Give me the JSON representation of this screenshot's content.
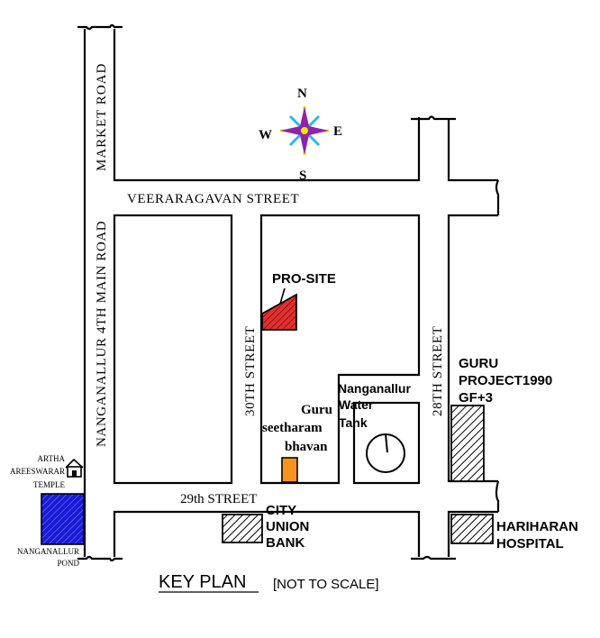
{
  "compass": {
    "n": "N",
    "s": "S",
    "e": "E",
    "w": "W"
  },
  "roads": {
    "market_road": "MARKET ROAD",
    "nanganallur_main_road": "NANGANALLUR 4TH MAIN ROAD",
    "veeraragavan_street": "VEERARAGAVAN STREET",
    "thirtieth_street": "30TH STREET",
    "twenty_eighth_street": "28TH STREET",
    "twenty_ninth_street": "29th STREET"
  },
  "landmarks": {
    "pro_site": "PRO-SITE",
    "water_tank": [
      "Nanganallur",
      "Water",
      "Tank"
    ],
    "guru_bhavan": [
      "Guru",
      "seetharam",
      "bhavan"
    ],
    "guru_project": [
      "GURU",
      "PROJECT1990",
      "GF+3"
    ],
    "city_union_bank": [
      "CITY",
      "UNION",
      "BANK"
    ],
    "hariharan_hospital": [
      "HARIHARAN",
      "HOSPITAL"
    ],
    "temple": [
      "ARTHA",
      "AREESWARAR",
      "TEMPLE"
    ],
    "pond": [
      "NANGANALLUR",
      "POND"
    ]
  },
  "footer": {
    "title": "KEY PLAN",
    "note": "[NOT TO SCALE]"
  },
  "colors": {
    "pro_site": "#e03030",
    "bhavan": "#f7941d",
    "pond": "#1a1ad6",
    "compass_purple": "#8e24aa",
    "compass_blue": "#29b6f6",
    "compass_yellow": "#ffe600"
  }
}
